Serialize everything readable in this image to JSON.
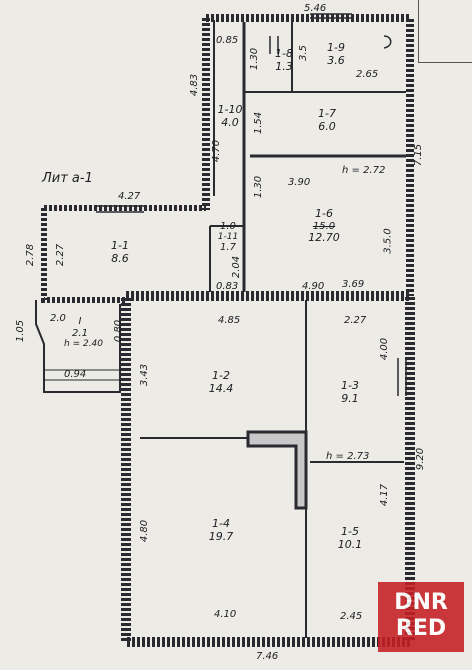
{
  "letter": "Лит а-1",
  "dims": {
    "top": "5.46",
    "bottom": "7.46",
    "right_upper": "7.15",
    "right_lower": "9.20",
    "left_upper": "4.83",
    "left_upper2": "4.70",
    "left_mid": "2.78",
    "left_mid2": "2.27",
    "left_low1": "3.43",
    "left_low2": "4.80",
    "annex_top": "4.27",
    "r9_w": "2.65",
    "r8_h": "1.30",
    "r8_h2": "3.5",
    "r10_w": "1.54",
    "small_1": "0.85",
    "r6_w": "3.90",
    "r6_h": "3.5.0",
    "r6_h_ceiling": "h = 2.72",
    "r11_a": "1.0",
    "r11_b": "1.30",
    "r11_c": "2.04",
    "r11_d": "0.83",
    "mid_a": "4.90",
    "mid_b": "3.69",
    "r2_w": "4.85",
    "r3_w": "2.27",
    "r3_h": "4.00",
    "r3_ceiling": "h = 2.73",
    "r5_h": "4.17",
    "r4_w": "4.10",
    "r5_w": "2.45",
    "r2_side": "0.80",
    "porch_w": "2.0",
    "porch_h": "1.05",
    "porch_b": "0.94",
    "porch_ceiling": "h = 2.40",
    "porch_area": "2.1"
  },
  "rooms": [
    {
      "id": "1-1",
      "area": "8.6"
    },
    {
      "id": "1-2",
      "area": "14.4"
    },
    {
      "id": "1-3",
      "area": "9.1"
    },
    {
      "id": "1-4",
      "area": "19.7"
    },
    {
      "id": "1-5",
      "area": "10.1"
    },
    {
      "id": "1-6",
      "area": "12.70"
    },
    {
      "id": "1-7",
      "area": "6.0"
    },
    {
      "id": "1-8",
      "area": "1.3"
    },
    {
      "id": "1-9",
      "area": "3.6"
    },
    {
      "id": "1-10",
      "area": "4.0"
    },
    {
      "id": "1-11",
      "area": "1.7"
    },
    {
      "id": "I",
      "area": "2.1"
    }
  ],
  "r6_crossed": "15.0",
  "watermark": {
    "line1": "DNR",
    "line2": "RED",
    "color": "#c51f24"
  }
}
